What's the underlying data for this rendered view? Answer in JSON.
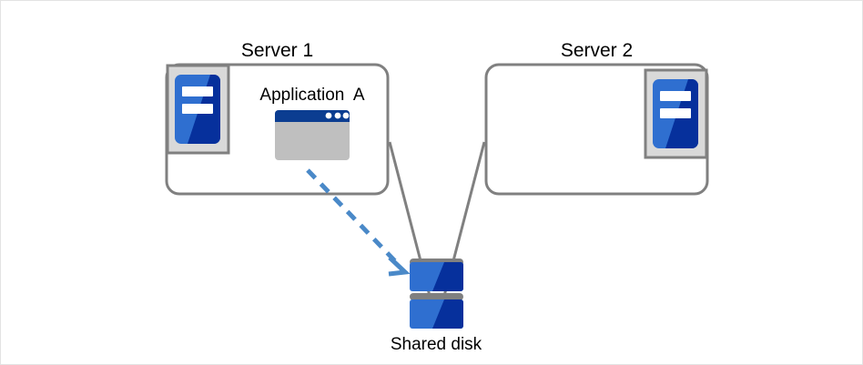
{
  "diagram": {
    "title_server1": "Server 1",
    "title_server2": "Server 2",
    "app_label": "Application  A",
    "disk_label": "Shared disk",
    "colors": {
      "box_border": "#808080",
      "connector": "#808080",
      "arrow": "#4a89c8",
      "icon_light_blue": "#2f6fd0",
      "icon_dark_blue": "#06309c",
      "icon_panel": "#d9d9d9",
      "icon_panel_border": "#808080",
      "app_window_bar": "#0b3d91",
      "app_window_body": "#bfbfbf",
      "disk_separator": "#808080",
      "page_border": "#e3e3e3",
      "background": "#ffffff",
      "text": "#000000"
    },
    "nodes": [
      {
        "name": "server-1",
        "label": "Server 1",
        "icon_side": "left",
        "contains_app": true
      },
      {
        "name": "server-2",
        "label": "Server 2",
        "icon_side": "right",
        "contains_app": false
      },
      {
        "name": "shared-disk",
        "label": "Shared disk",
        "platters": 2
      }
    ],
    "connections": [
      {
        "from": "server-1",
        "to": "shared-disk",
        "style": "solid",
        "color": "#808080"
      },
      {
        "from": "server-2",
        "to": "shared-disk",
        "style": "solid",
        "color": "#808080"
      },
      {
        "from": "application-a",
        "to": "shared-disk",
        "style": "dashed-arrow",
        "color": "#4a89c8"
      }
    ]
  }
}
